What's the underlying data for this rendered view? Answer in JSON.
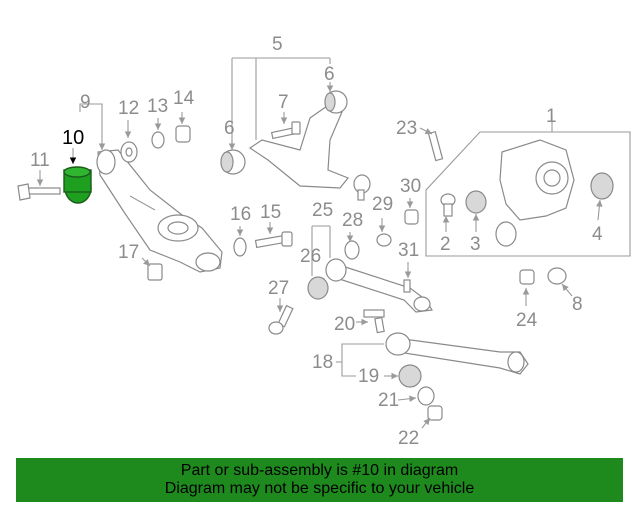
{
  "callouts": {
    "c1": "1",
    "c2": "2",
    "c3": "3",
    "c4": "4",
    "c5": "5",
    "c6a": "6",
    "c6b": "6",
    "c7": "7",
    "c8": "8",
    "c9": "9",
    "c10": "10",
    "c11": "11",
    "c12": "12",
    "c13": "13",
    "c14": "14",
    "c15": "15",
    "c16": "16",
    "c17": "17",
    "c18": "18",
    "c19": "19",
    "c20": "20",
    "c21": "21",
    "c22": "22",
    "c23": "23",
    "c24": "24",
    "c25": "25",
    "c26": "26",
    "c27": "27",
    "c28": "28",
    "c29": "29",
    "c30": "30",
    "c31": "31"
  },
  "highlighted_part": "10",
  "banner": {
    "line1": "Part or sub-assembly is #10 in diagram",
    "line2": "Diagram may not be specific to your vehicle"
  },
  "colors": {
    "highlight": "#1f9f1f",
    "banner": "#1e8a1e",
    "lines": "#9a9a9a"
  }
}
